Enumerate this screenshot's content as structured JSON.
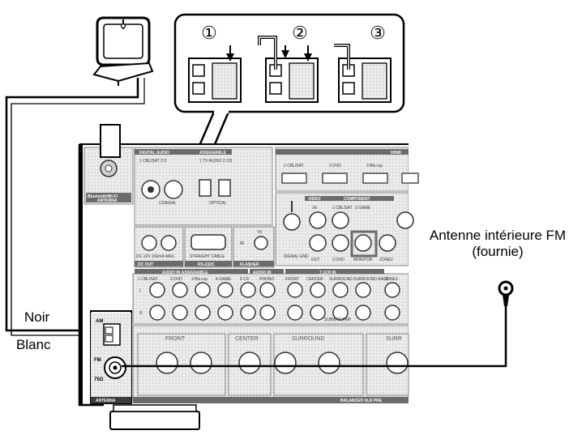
{
  "callouts": {
    "step1": "①",
    "step2": "②",
    "step3": "③"
  },
  "fm_antenna": {
    "line1": "Antenne intérieure FM",
    "line2": "(fournie)"
  },
  "wire_labels": {
    "black": "Noir",
    "white": "Blanc"
  },
  "panel": {
    "digital_audio": "DIGITAL AUDIO",
    "assignable": "ASSIGNABLE",
    "coax_inputs": "1 CBL/SAT  2 D",
    "optical_inputs": "1 TV AUDIO  2 CD",
    "coaxial": "COAXIAL",
    "optical": "OPTICAL",
    "bt_wifi_antenna": "Bluetooth/Wi-Fi",
    "antenna_small": "ANTENNA",
    "hdmi": "HDMI",
    "hdmi_inputs": [
      "1 CBL/SAT",
      "2 DVD",
      "3 Blu-ray"
    ],
    "video": "VIDEO",
    "component": "COMPONENT",
    "in": "IN",
    "out": "OUT",
    "video_inputs": [
      "1 CBL/SAT",
      "2 GAME",
      "2 DVD"
    ],
    "monitor": "MONITOR",
    "zone2": "ZONE2",
    "signal_gnd": "SIGNAL GND",
    "dc_out": "DC OUT",
    "dc_out_spec": "DC 12V 150mA MAX.",
    "rs232c": "RS-232C",
    "straight_cable": "STRAIGHT CABLE",
    "flasher": "FLASHER",
    "ir": "IR",
    "audio_in_assignable": "AUDIO IN  ASSIGNABLE",
    "audio_inputs": [
      "1 CBL/SAT",
      "2 DVD",
      "3 Blu-ray",
      "4 GAME",
      "5 CD"
    ],
    "audio_in": "AUDIO IN",
    "phono": "PHONO",
    "ch71_in": "7.1CH IN",
    "ch71_inputs": [
      "FRONT",
      "CENTER",
      "SURROUND",
      "SURROUND BACK"
    ],
    "subwoofer": "SUBWOOFER",
    "zones": "ZONE3",
    "am": "AM",
    "fm": "FM",
    "ohm": "75Ω",
    "antenna": "ANTENNA",
    "speakers": [
      "FRONT",
      "CENTER",
      "SURROUND",
      "SURR"
    ],
    "balanced_xlr": "BALANCED XLR PRE",
    "ch_l": "L",
    "ch_r": "R"
  },
  "colors": {
    "line": "#000000",
    "panel_gray": "#d9d9d9",
    "panel_dark": "#5a5a5a",
    "dotted": "#c9c9c9",
    "text_panel": "#ffffff"
  }
}
